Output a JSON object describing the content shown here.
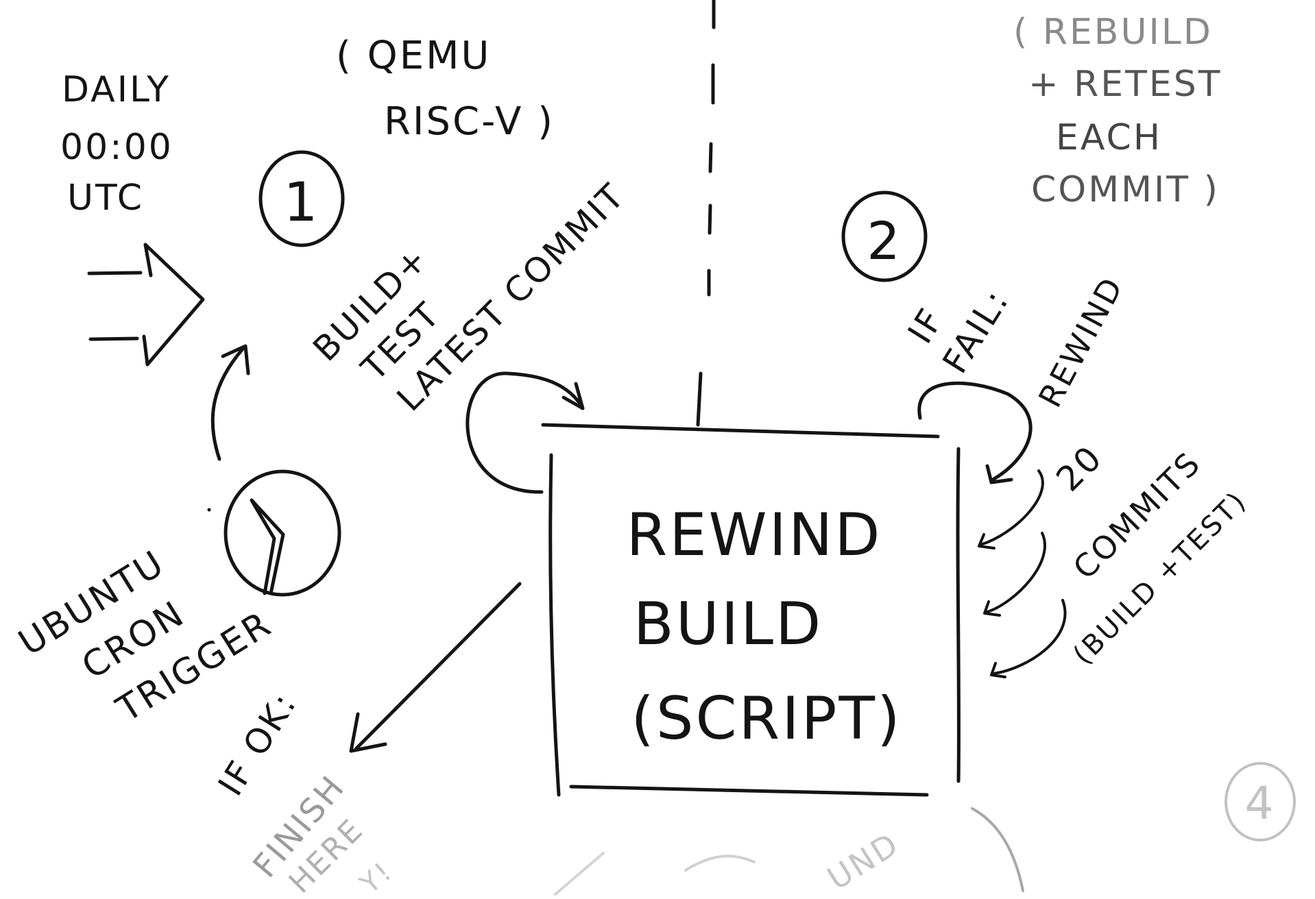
{
  "schedule": {
    "line1": "DAILY",
    "line2": "00:00",
    "line3": "UTC"
  },
  "qemu": {
    "line1": "( QEMU",
    "line2": "RISC-V )"
  },
  "rebuild_note": {
    "line1": "( REBUILD",
    "line2": "+ RETEST",
    "line3": "EACH",
    "line4": "COMMIT )"
  },
  "steps": {
    "step1": "1",
    "step2": "2",
    "step4": "4"
  },
  "build_test": {
    "line1": "BUILD+",
    "line2": "TEST",
    "line3": "LATEST COMMIT"
  },
  "if_fail": {
    "line1": "IF",
    "line2": "FAIL:"
  },
  "rewind_side": "REWIND",
  "commits_note": {
    "line1": "20",
    "line2": "COMMITS",
    "line3": "(BUILD +TEST)"
  },
  "trigger": {
    "line1": "UBUNTU",
    "line2": "CRON",
    "line3": "TRIGGER"
  },
  "main_box": {
    "line1": "REWIND",
    "line2": "BUILD",
    "line3": "(SCRIPT)"
  },
  "if_ok": {
    "line1": "IF OK:",
    "line2": "FINISH",
    "line3": "HERE",
    "line4": "Y!"
  },
  "bottom_fragment": "UND",
  "colors": {
    "ink": "#141414",
    "ink_faded": "#7a7a7a",
    "ink_very_faded": "#b5b5b5",
    "paper": "#ffffff"
  }
}
